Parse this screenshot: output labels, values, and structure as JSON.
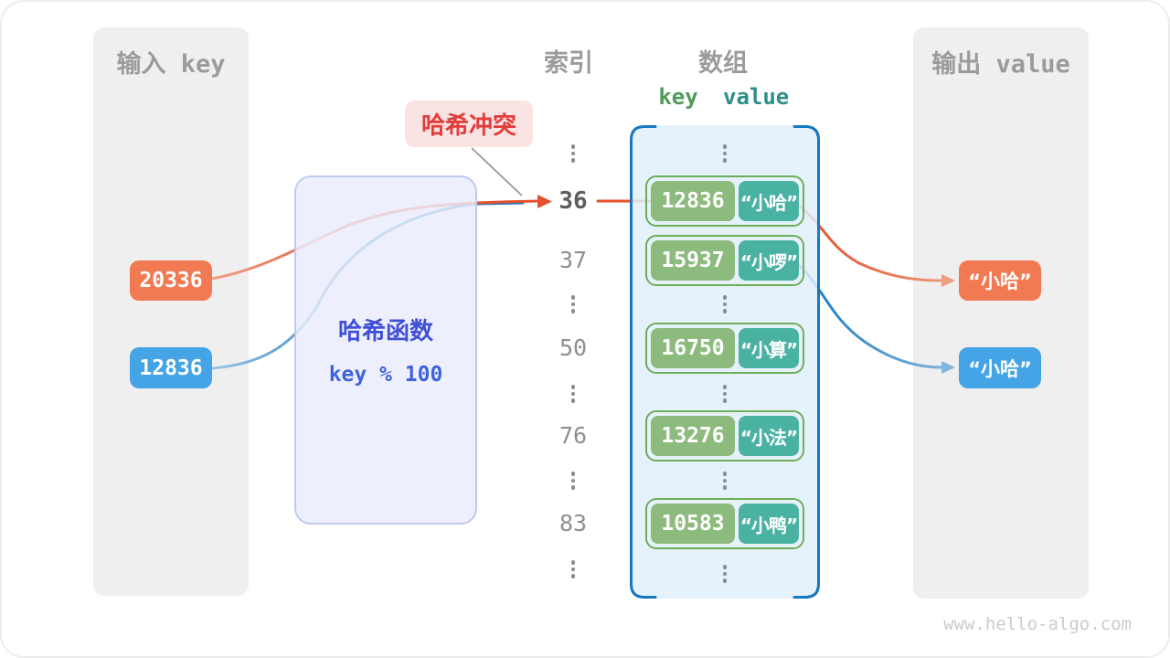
{
  "input_panel": {
    "title": "输入 key",
    "keys": [
      {
        "value": "20336",
        "color": "orange"
      },
      {
        "value": "12836",
        "color": "blue"
      }
    ]
  },
  "hash_function": {
    "name": "哈希函数",
    "formula": "key % 100"
  },
  "collision_badge": {
    "text": "哈希冲突"
  },
  "columns": {
    "index_title": "索引",
    "array_title": "数组",
    "key_header": "key",
    "value_header": "value"
  },
  "hash_table": {
    "rows": [
      {
        "index": "36",
        "key": "12836",
        "value": "“小哈”",
        "highlighted": true
      },
      {
        "index": "37",
        "key": "15937",
        "value": "“小啰”",
        "highlighted": false
      },
      {
        "index": "50",
        "key": "16750",
        "value": "“小算”",
        "highlighted": false
      },
      {
        "index": "76",
        "key": "13276",
        "value": "“小法”",
        "highlighted": false
      },
      {
        "index": "83",
        "key": "10583",
        "value": "“小鸭”",
        "highlighted": false
      }
    ]
  },
  "output_panel": {
    "title": "输出 value",
    "values": [
      {
        "value": "“小哈”",
        "color": "orange"
      },
      {
        "value": "“小哈”",
        "color": "blue"
      }
    ]
  },
  "footer": {
    "site": "www.hello-algo.com"
  },
  "colors": {
    "orange": "#F27A53",
    "blue": "#45A4E5",
    "orange_line": "#E4512B",
    "blue_line": "#1E7BC2",
    "key_green": "#8CBB7D",
    "value_teal": "#4AB2A3",
    "pair_border_green": "#6FAE58",
    "array_bracket_blue": "#1878BE",
    "hash_text_blue": "#4050D8",
    "collision_red": "#E23C3C",
    "panel_gray": "#EFEFEF"
  }
}
